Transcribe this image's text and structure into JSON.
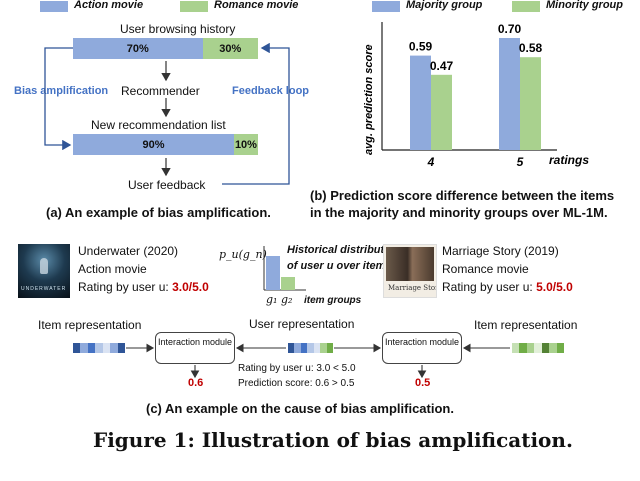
{
  "panel_a": {
    "legend": [
      "Action movie",
      "Romance movie"
    ],
    "history_title": "User browsing history",
    "history": {
      "action": 70,
      "romance": 30,
      "action_label": "70%",
      "romance_label": "30%"
    },
    "recommender": "Recommender",
    "bias_amplification": "Bias amplification",
    "feedback_loop": "Feedback loop",
    "rec_list_title": "New recommendation list",
    "rec_list": {
      "action": 90,
      "romance": 10,
      "action_label": "90%",
      "romance_label": "10%"
    },
    "user_feedback": "User feedback",
    "caption": "(a) An example of bias amplification."
  },
  "panel_b": {
    "caption_line1": "(b) Prediction score difference between the items",
    "caption_line2": "in the majority and minority groups over ML-1M."
  },
  "chart_data": {
    "type": "bar",
    "categories": [
      "4",
      "5"
    ],
    "series": [
      {
        "name": "Majority group",
        "values": [
          0.59,
          0.7
        ],
        "color": "#8faadc"
      },
      {
        "name": "Minority group",
        "values": [
          0.47,
          0.58
        ],
        "color": "#a9d18e"
      }
    ],
    "value_labels": [
      [
        "0.59",
        "0.70"
      ],
      [
        "0.47",
        "0.58"
      ]
    ],
    "xlabel": "ratings",
    "ylabel": "avg. prediction score",
    "ylim": [
      0,
      0.8
    ],
    "legend_position": "top"
  },
  "panel_c": {
    "left_movie": {
      "title": "Underwater (2020)",
      "genre": "Action movie",
      "rating_prefix": "Rating by user u: ",
      "rating": "3.0/5.0",
      "poster_text": "UNDERWATER"
    },
    "right_movie": {
      "title": "Marriage Story (2019)",
      "genre": "Romance movie",
      "rating_prefix": "Rating by user u: ",
      "rating": "5.0/5.0",
      "poster_text": "Marriage Story"
    },
    "hist_axis_label": "p_u(g_n)",
    "hist_title_line1": "Historical distribution",
    "hist_title_line2": "of user u over item groups.",
    "hist_ticks": "g₁ g₂",
    "hist_xlabel": "item groups",
    "item_rep_left": "Item representation",
    "user_rep": "User representation",
    "item_rep_right": "Item representation",
    "module_label": "Interaction module",
    "score_left": "0.6",
    "score_right": "0.5",
    "rating_compare": "Rating by user u: 3.0 < 5.0",
    "score_compare": "Prediction score: 0.6 > 0.5",
    "caption": "(c) An example on the cause of bias amplification."
  },
  "figure_caption": "Figure 1: Illustration of bias amplification.",
  "colors": {
    "action": "#8faadc",
    "romance": "#a9d18e",
    "label_blue": "#4472c4",
    "rating_red": "#c00000"
  }
}
